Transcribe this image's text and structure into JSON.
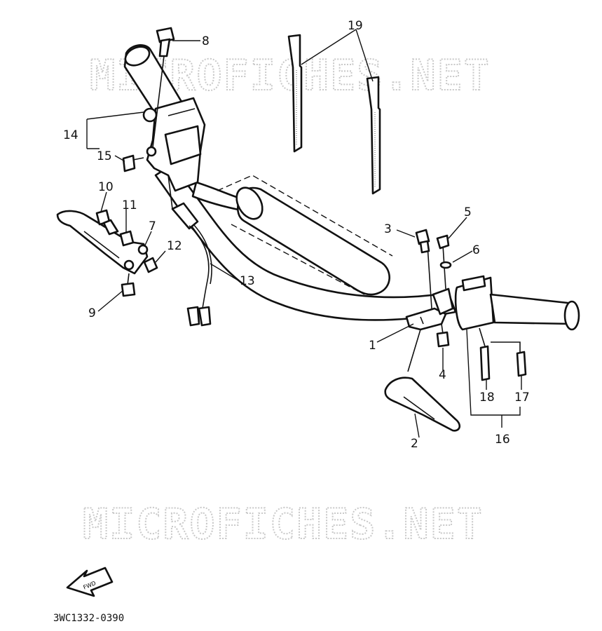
{
  "watermarks": [
    "MICROFICHES.NET",
    "MICROFICHES.NET"
  ],
  "callouts": [
    "1",
    "2",
    "3",
    "4",
    "5",
    "6",
    "7",
    "8",
    "9",
    "10",
    "11",
    "12",
    "13",
    "14",
    "15",
    "16",
    "17",
    "18",
    "19"
  ],
  "front_arrow_text": "FWD",
  "drawing_code": "3WC1332-0390"
}
